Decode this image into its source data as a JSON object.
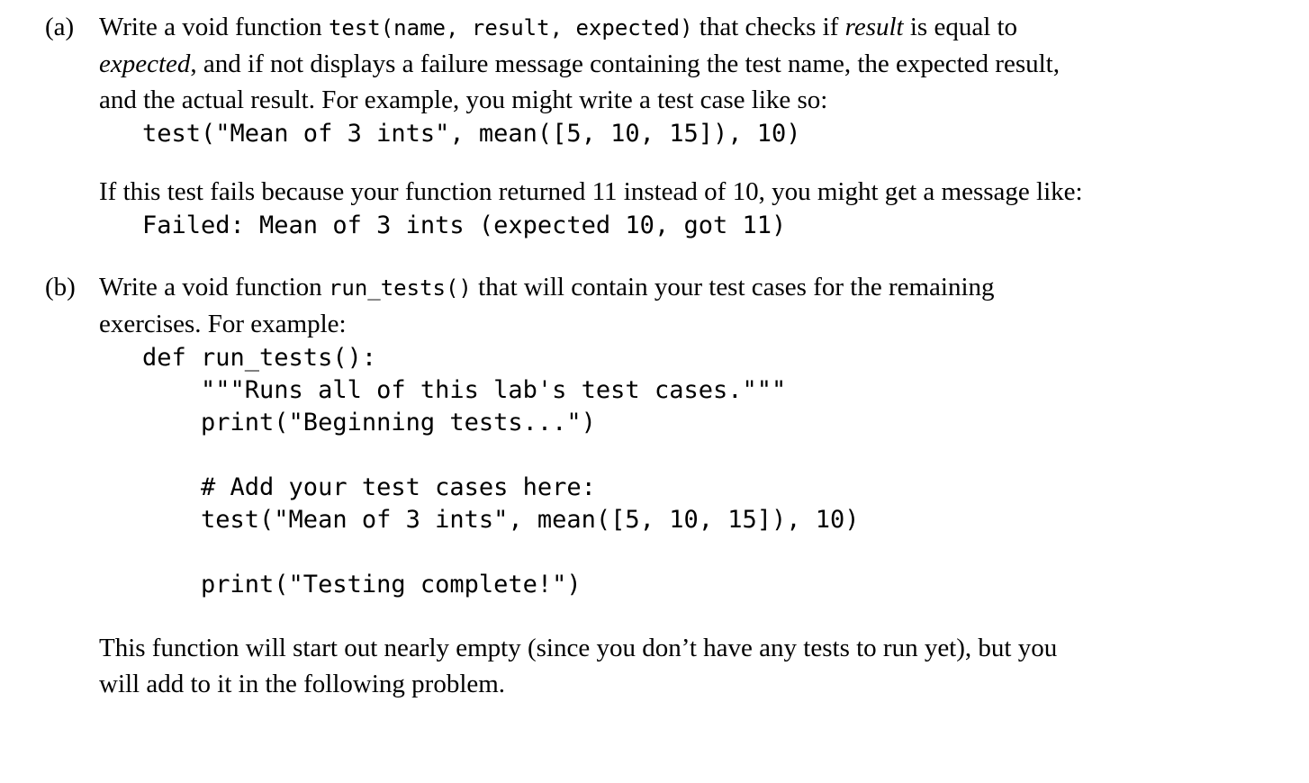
{
  "page": {
    "background": "#ffffff",
    "text_color": "#000000"
  },
  "part_a": {
    "label": "(a)",
    "intro": {
      "seg1": "Write a void function ",
      "code1": "test(name, result, expected)",
      "seg2": " that checks if ",
      "em1": "result",
      "seg3": " is equal to",
      "em2": "expected",
      "seg4": ", and if not displays a failure message containing the test name, the expected result,",
      "seg5": "and the actual result. For example, you might write a test case like so:"
    },
    "example_call": "test(\"Mean of 3 ints\", mean([5, 10, 15]), 10)",
    "failure_intro": "If this test fails because your function returned 11 instead of 10, you might get a message like:",
    "failure_message": "Failed: Mean of 3 ints (expected 10, got 11)"
  },
  "part_b": {
    "label": "(b)",
    "intro": {
      "seg1": "Write a void function ",
      "code1": "run_tests()",
      "seg2": " that will contain your test cases for the remaining",
      "seg3": "exercises. For example:"
    },
    "code_block": "def run_tests():\n    \"\"\"Runs all of this lab's test cases.\"\"\"\n    print(\"Beginning tests...\")\n\n    # Add your test cases here:\n    test(\"Mean of 3 ints\", mean([5, 10, 15]), 10)\n\n    print(\"Testing complete!\")",
    "closing": {
      "line1": "This function will start out nearly empty (since you don’t have any tests to run yet), but you",
      "line2": "will add to it in the following problem."
    }
  }
}
